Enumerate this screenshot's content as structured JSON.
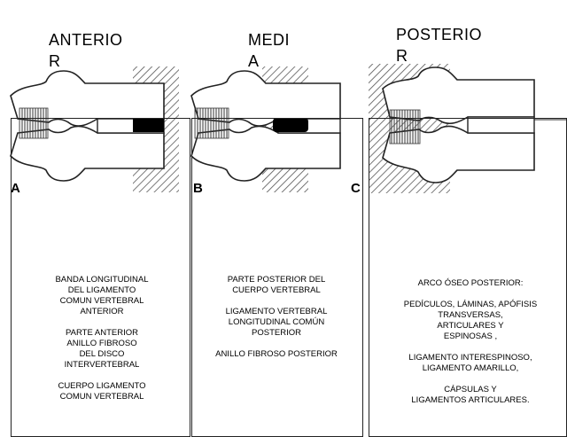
{
  "columns": [
    {
      "title": "ANTERIO\nR",
      "letter": "A",
      "paragraphs": [
        "BANDA LONGITUDINAL\nDEL LIGAMENTO\nCOMUN VERTEBRAL\nANTERIOR",
        "PARTE ANTERIOR\nANILLO FIBROSO\nDEL DISCO\nINTERVERTEBRAL",
        "CUERPO LIGAMENTO\nCOMUN VERTEBRAL"
      ]
    },
    {
      "title": "MEDI\nA",
      "letter": "B",
      "paragraphs": [
        "PARTE POSTERIOR DEL\nCUERPO VERTEBRAL",
        "LIGAMENTO VERTEBRAL\nLONGITUDINAL COMÚN\nPOSTERIOR",
        "ANILLO FIBROSO POSTERIOR"
      ]
    },
    {
      "title": "POSTERIO\nR",
      "letter": "C",
      "paragraphs": [
        "ARCO ÓSEO POSTERIOR:",
        "PEDÍCULOS, LÁMINAS, APÓFISIS\nTRANSVERSAS,\nARTICULARES Y\nESPINOSAS ,",
        "LIGAMENTO INTERESPINOSO,\nLIGAMENTO AMARILLO,",
        "CÁPSULAS Y\nLIGAMENTOS ARTICULARES."
      ]
    }
  ]
}
